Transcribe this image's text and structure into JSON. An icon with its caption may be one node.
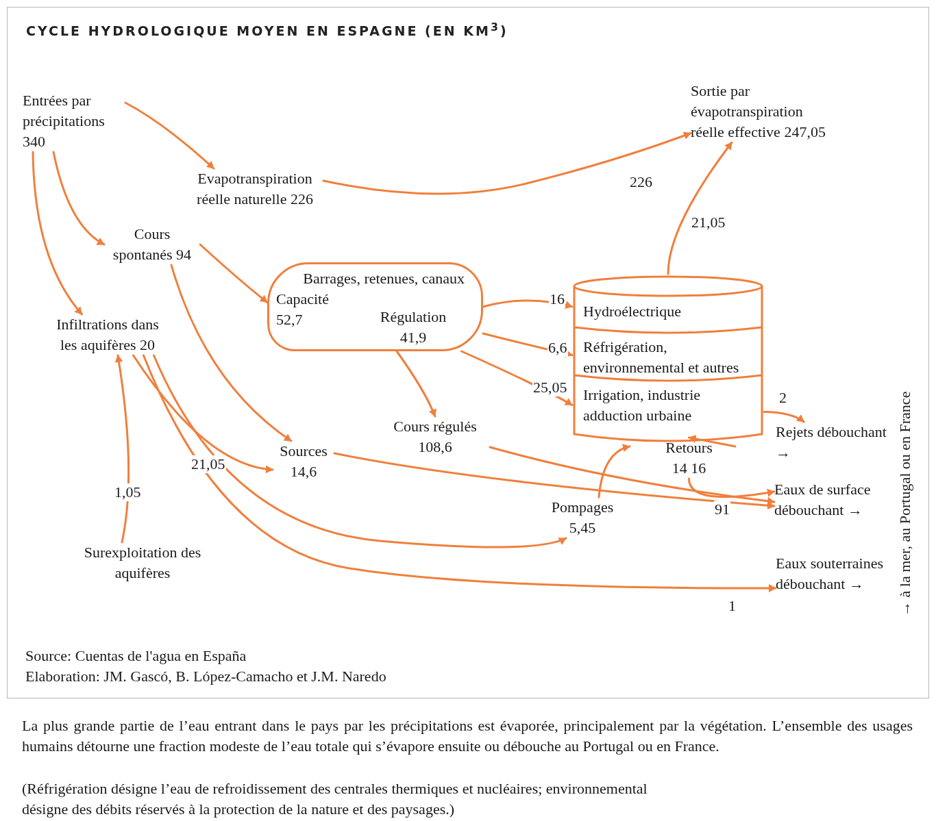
{
  "diagram": {
    "title": "CYCLE HYDROLOGIQUE MOYEN EN ESPAGNE (EN KM$^{3}$)",
    "caption": "La plus grande partie de l’eau entrant dans le pays par les précipitations est évaporée, principalement par la végétation. L’ensemble des usages humains détourne une fraction modeste de l’eau totale qui s’évapore ensuite ou débouche au Portugal ou en France.",
    "nodes": [
      {
        "text": [
          "Entrées par précipitations 340"
        ]
      },
      {
        "text": [
          "Sortie par évapotranspiration réelle effective 247,05"
        ]
      },
      {
        "text": [
          "Evapotranspiration réelle naturelle 226"
        ]
      },
      {
        "text": [
          "Cours spontanés 94"
        ]
      },
      {
        "text": [
          "Infiltrations dans les aquifères 20"
        ]
      },
      {
        "text": [
          "Barrages, retenues, canaux",
          "Capacité 52,7",
          "Régulation 41,9"
        ]
      },
      {
        "text": [
          "Hydroélectrique",
          "Réfrigération, environnemental et autres",
          "Irrigation, industrie adduction urbaine"
        ]
      },
      {
        "text": [
          "Surexploitation des aquifères"
        ]
      },
      {
        "text": [
          "Sources 14,6"
        ]
      },
      {
        "text": [
          "Cours régulés 108,6"
        ]
      },
      {
        "text": [
          "Pompages 5,45"
        ]
      },
      {
        "text": [
          "Retours 14 16"
        ]
      },
      {
        "text": [
          "Rejets débouchant →"
        ]
      },
      {
        "text": [
          "Eaux de surface débouchant →"
        ]
      },
      {
        "text": [
          "Eaux souterraines débouchant →"
        ]
      }
    ],
    "edges": [
      {
        "from": 0,
        "to": 2,
        "arrow": "to"
      },
      {
        "from": 2,
        "to": 1,
        "arrow": "to",
        "label": "226"
      },
      {
        "from": 6,
        "to": 1,
        "arrow": "to",
        "label": "21,05"
      },
      {
        "from": 0,
        "to": 3,
        "arrow": "to"
      },
      {
        "from": 0,
        "to": 4,
        "arrow": "to"
      },
      {
        "from": 3,
        "to": 5,
        "arrow": "to"
      },
      {
        "from": 5,
        "to": 6,
        "arrow": "to",
        "label": "16"
      },
      {
        "from": 5,
        "to": 6,
        "arrow": "to",
        "label": "6,6"
      },
      {
        "from": 5,
        "to": 6,
        "arrow": "to",
        "label": "25,05"
      },
      {
        "from": 5,
        "to": 9,
        "arrow": "to"
      },
      {
        "from": 7,
        "to": 4,
        "arrow": "to",
        "label": "1,05"
      },
      {
        "from": 4,
        "to": 8,
        "arrow": "to",
        "label": "21,05"
      },
      {
        "from": 3,
        "to": 8,
        "arrow": "to"
      },
      {
        "from": 8,
        "to": 13,
        "arrow": "to"
      },
      {
        "from": 9,
        "to": 13,
        "arrow": "to",
        "label": "91"
      },
      {
        "from": 4,
        "to": 10,
        "arrow": "to"
      },
      {
        "from": 4,
        "to": 14,
        "arrow": "to",
        "label": "1"
      },
      {
        "from": 10,
        "to": 6,
        "arrow": "to"
      },
      {
        "from": 6,
        "to": 12,
        "arrow": "to",
        "label": "2"
      },
      {
        "from": 6,
        "to": 11,
        "arrow": "to"
      },
      {
        "from": 11,
        "to": 13,
        "arrow": "to"
      }
    ],
    "labels": [
      "→ à la mer, au Portugal ou en France",
      "Source: Cuentas de l'agua en España",
      "Elaboration: JM. Gascó, B. López-Camacho et J.M. Naredo",
      "(Réfrigération désigne l’eau de refroidissement des centrales thermiques et nucléaires; environnemental désigne des débits réservés à la protection de la nature et des paysages.)"
    ]
  }
}
